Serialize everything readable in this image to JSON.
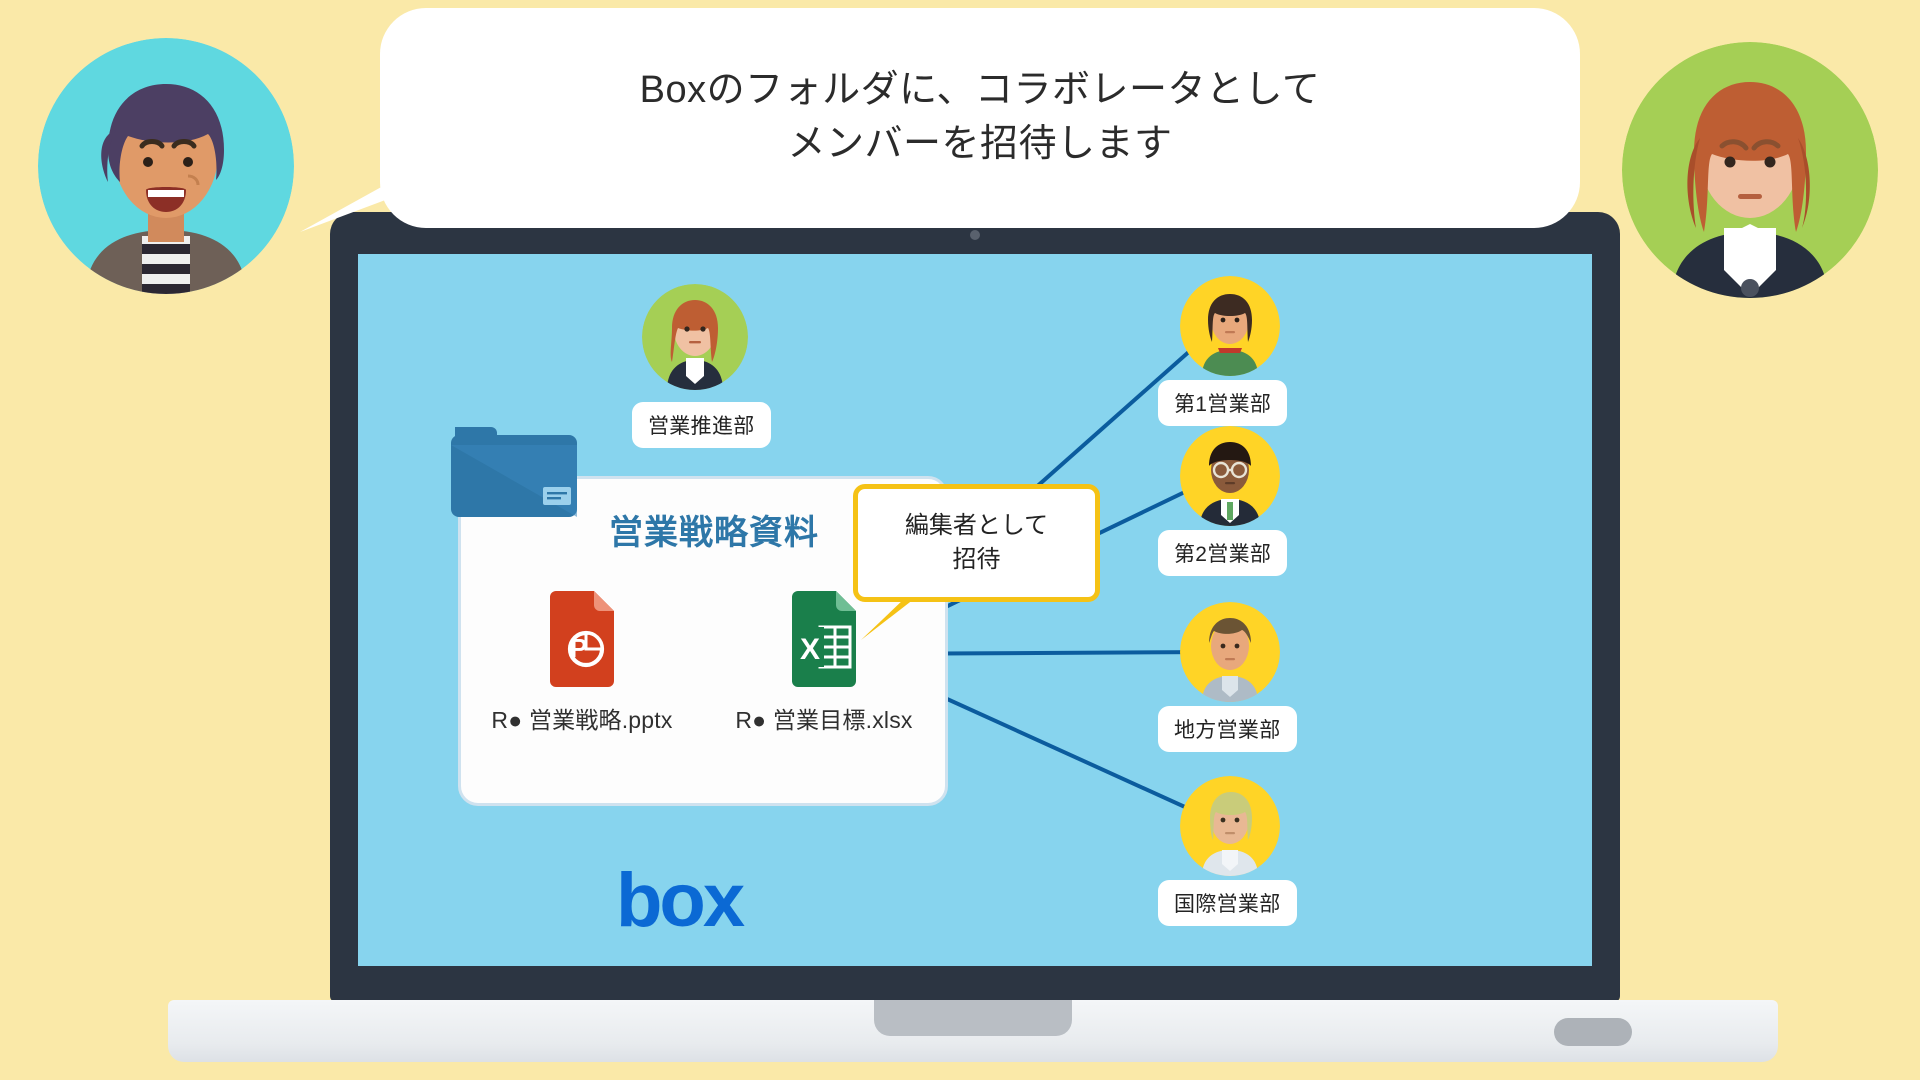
{
  "scene": {
    "background_color": "#FAE9A8",
    "screen_color": "#87D4EE",
    "laptop_body_color": "#2C3542",
    "line_color": "#0B5C9E"
  },
  "speech_bubble": {
    "text": "Boxのフォルダに、コラボレータとして\nメンバーを招待します",
    "bg_color": "#FFFFFF",
    "text_color": "#2B2B2B"
  },
  "presenters": [
    {
      "name": "left-presenter",
      "circle_color": "#5FD8E0",
      "hair_color": "#4C3F63",
      "skin_color": "#E09A68"
    },
    {
      "name": "right-presenter",
      "circle_color": "#A5CF55",
      "hair_color": "#BE5E33",
      "skin_color": "#F0C1A3"
    }
  ],
  "folder": {
    "title": "営業戦略資料",
    "title_color": "#2E77A8",
    "folder_color": "#2E77A8",
    "files": [
      {
        "name": "R● 営業戦略.pptx",
        "type": "powerpoint",
        "icon_color": "#D2401E"
      },
      {
        "name": "R● 営業目標.xlsx",
        "type": "excel",
        "icon_color": "#1A7F4B"
      }
    ]
  },
  "brand": {
    "logo_text": "box",
    "logo_color": "#0B69D4"
  },
  "owner": {
    "label": "営業推進部",
    "circle_color": "#A5CF55",
    "hair_color": "#BE5E33"
  },
  "callout": {
    "text": "編集者として\n招待",
    "border_color": "#F5C215",
    "bg_color": "#FFFFFF",
    "text_color": "#232323"
  },
  "members": [
    {
      "label": "第1営業部",
      "circle_color": "#FFD426",
      "hair_color": "#3D2B22",
      "skin_color": "#E8A87C",
      "shirt_color": "#4C8C52"
    },
    {
      "label": "第2営業部",
      "circle_color": "#FFD426",
      "hair_color": "#241812",
      "skin_color": "#8A5A3B",
      "shirt_color": "#FFFFFF",
      "glasses": "true"
    },
    {
      "label": "地方営業部",
      "circle_color": "#FFD426",
      "hair_color": "#6B5434",
      "skin_color": "#E8A87C",
      "shirt_color": "#AEBBC6"
    },
    {
      "label": "国際営業部",
      "circle_color": "#FFD426",
      "hair_color": "#C9CC7A",
      "skin_color": "#E8B894",
      "shirt_color": "#DFE6EC"
    }
  ]
}
